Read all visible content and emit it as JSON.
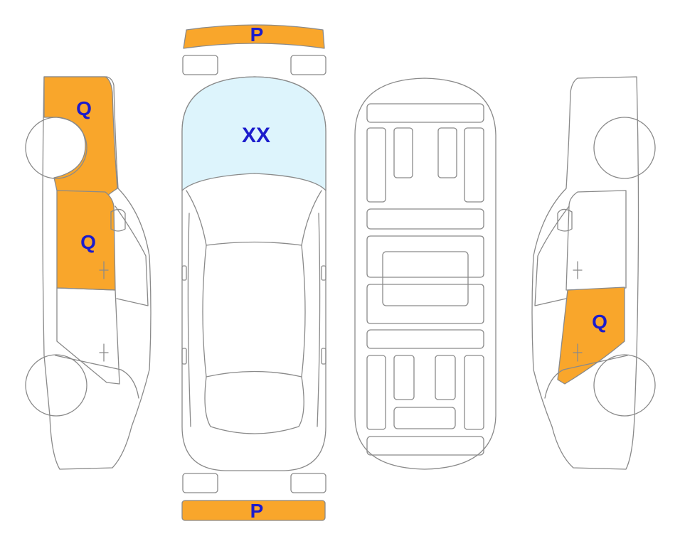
{
  "colors": {
    "damage": "#F9A62B",
    "glass": "#DDF4FC",
    "outline": "#8A8A8A",
    "label": "#1C1CCC",
    "background": "#FFFFFF"
  },
  "labels": {
    "front_bumper": "P",
    "rear_bumper": "P",
    "windshield": "XX",
    "left_front_fender": "Q",
    "left_front_door": "Q",
    "right_rear_door": "Q"
  }
}
